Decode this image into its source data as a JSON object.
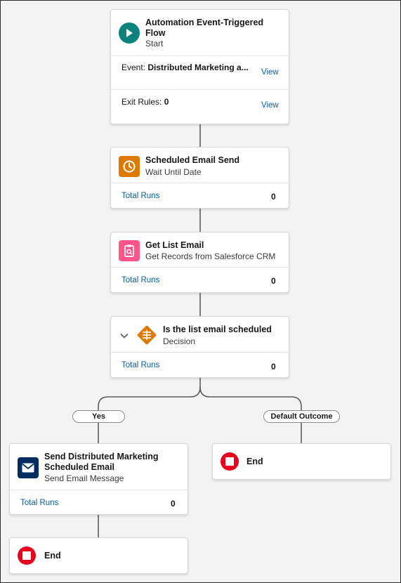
{
  "start_node": {
    "title": "Automation Event-Triggered Flow",
    "subtitle": "Start",
    "event_label": "Event:",
    "event_value": "Distributed Marketing a...",
    "event_link": "View",
    "exit_rules_label": "Exit Rules:",
    "exit_rules_value": "0",
    "exit_rules_link": "View"
  },
  "wait_node": {
    "title": "Scheduled Email Send",
    "subtitle": "Wait Until Date",
    "runs_label": "Total Runs",
    "runs_count": "0"
  },
  "get_node": {
    "title": "Get List Email",
    "subtitle": "Get Records from Salesforce CRM",
    "runs_label": "Total Runs",
    "runs_count": "0"
  },
  "decision_node": {
    "title": "Is the list email scheduled",
    "subtitle": "Decision",
    "runs_label": "Total Runs",
    "runs_count": "0"
  },
  "branches": {
    "yes_label": "Yes",
    "default_label": "Default Outcome"
  },
  "send_node": {
    "title": "Send Distributed Marketing Scheduled Email",
    "subtitle": "Send Email Message",
    "runs_label": "Total Runs",
    "runs_count": "0"
  },
  "end_default": {
    "label": "End"
  },
  "end_yes": {
    "label": "End"
  },
  "colors": {
    "start_icon": "#0b827c",
    "wait_icon": "#dd7a01",
    "get_icon": "#ff538a",
    "decision_icon": "#dd7a01",
    "email_icon": "#032d60",
    "end_icon": "#ea001e",
    "link": "#0b5cab"
  },
  "icons": {
    "start": "play-icon",
    "wait": "clock-icon",
    "get": "record-lookup-icon",
    "decision": "decision-icon",
    "email": "envelope-icon",
    "end": "stop-icon",
    "collapse": "chevron-down-icon"
  }
}
